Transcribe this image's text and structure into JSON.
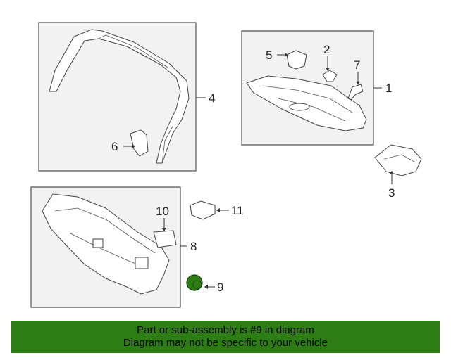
{
  "callouts": {
    "c1": "1",
    "c2": "2",
    "c3": "3",
    "c4": "4",
    "c5": "5",
    "c6": "6",
    "c7": "7",
    "c8": "8",
    "c9": "9",
    "c10": "10",
    "c11": "11"
  },
  "highlight_color": "#2e7d14",
  "banner": {
    "line1": "Part or sub-assembly is #9 in diagram",
    "line2": "Diagram may not be specific to your vehicle"
  }
}
